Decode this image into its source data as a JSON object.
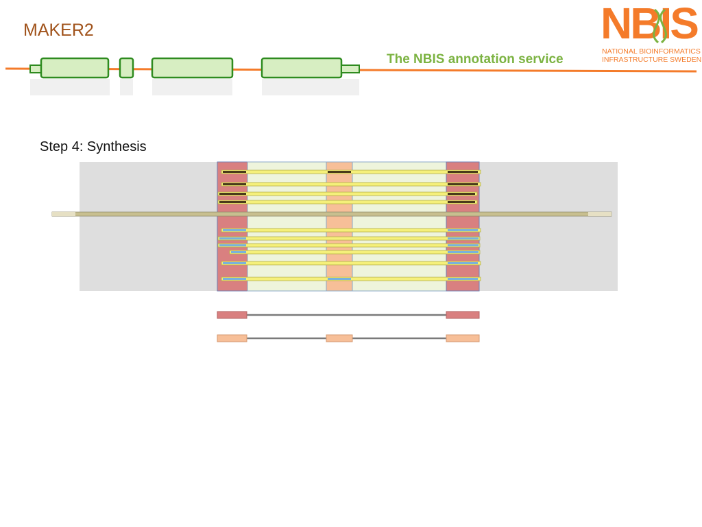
{
  "header": {
    "title": "MAKER2",
    "tagline": "The NBIS annotation service",
    "logo": {
      "letters": "NBIS",
      "line1": "NATIONAL BIOINFORMATICS",
      "line2": "INFRASTRUCTURE SWEDEN"
    }
  },
  "step": {
    "title": "Step 4: Synthesis"
  },
  "colors": {
    "brand_orange": "#f47b2a",
    "title_brown": "#a0521a",
    "tagline_green": "#7cb342",
    "exon_green_fill": "#d7eec2",
    "exon_green_stroke": "#2e8b1f",
    "panel_gray": "#dedede",
    "exon_red": "#d98080",
    "exon_peach": "#f7bf98",
    "intron_pale": "#eef4dc",
    "evidence_yellow": "#f5f07a",
    "evidence_blue": "#78b2dc"
  }
}
